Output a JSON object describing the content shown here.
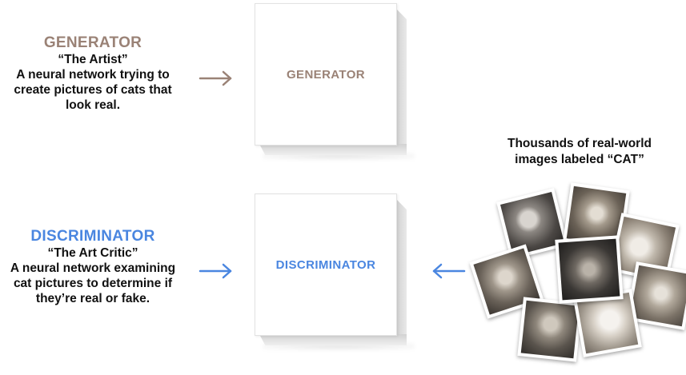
{
  "generator": {
    "title": "GENERATOR",
    "nickname": "“The Artist”",
    "description_lines": [
      "A neural network trying to",
      "create pictures of cats that",
      "look real."
    ],
    "box_label": "GENERATOR"
  },
  "discriminator": {
    "title": "DISCRIMINATOR",
    "nickname": "“The Art Critic”",
    "description_lines": [
      "A neural network examining",
      "cat pictures to determine if",
      "they’re real or fake."
    ],
    "box_label": "DISCRIMINATOR"
  },
  "dataset": {
    "caption_lines": [
      "Thousands of real-world",
      "images labeled “CAT”"
    ]
  },
  "colors": {
    "generator_accent": "#9a8276",
    "discriminator_accent": "#4a86e0",
    "text": "#111111"
  }
}
